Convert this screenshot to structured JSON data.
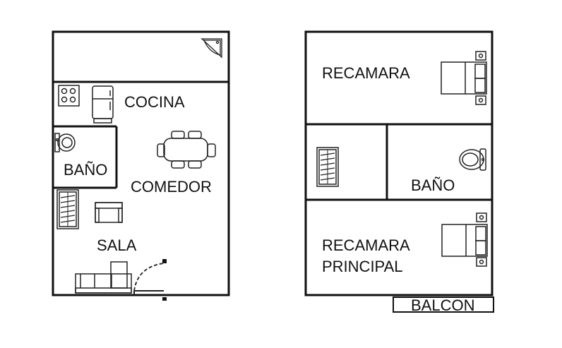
{
  "ground_floor": {
    "rooms": {
      "kitchen": "COCINA",
      "bathroom": "BAÑO",
      "dining": "COMEDOR",
      "living": "SALA"
    }
  },
  "upper_floor": {
    "rooms": {
      "bedroom": "RECAMARA",
      "bathroom": "BAÑO",
      "master_line1": "RECAMARA",
      "master_line2": "PRINCIPAL",
      "balcony": "BALCON"
    }
  },
  "colors": {
    "wall": "#111111",
    "fixture": "#222222",
    "background": "#ffffff"
  },
  "icons": [
    "stove-icon",
    "fridge-icon",
    "toilet-icon",
    "dining-table-icon",
    "closet-icon",
    "armchair-icon",
    "sofa-icon",
    "door-swing-icon",
    "bed-icon",
    "corner-sink-icon"
  ]
}
